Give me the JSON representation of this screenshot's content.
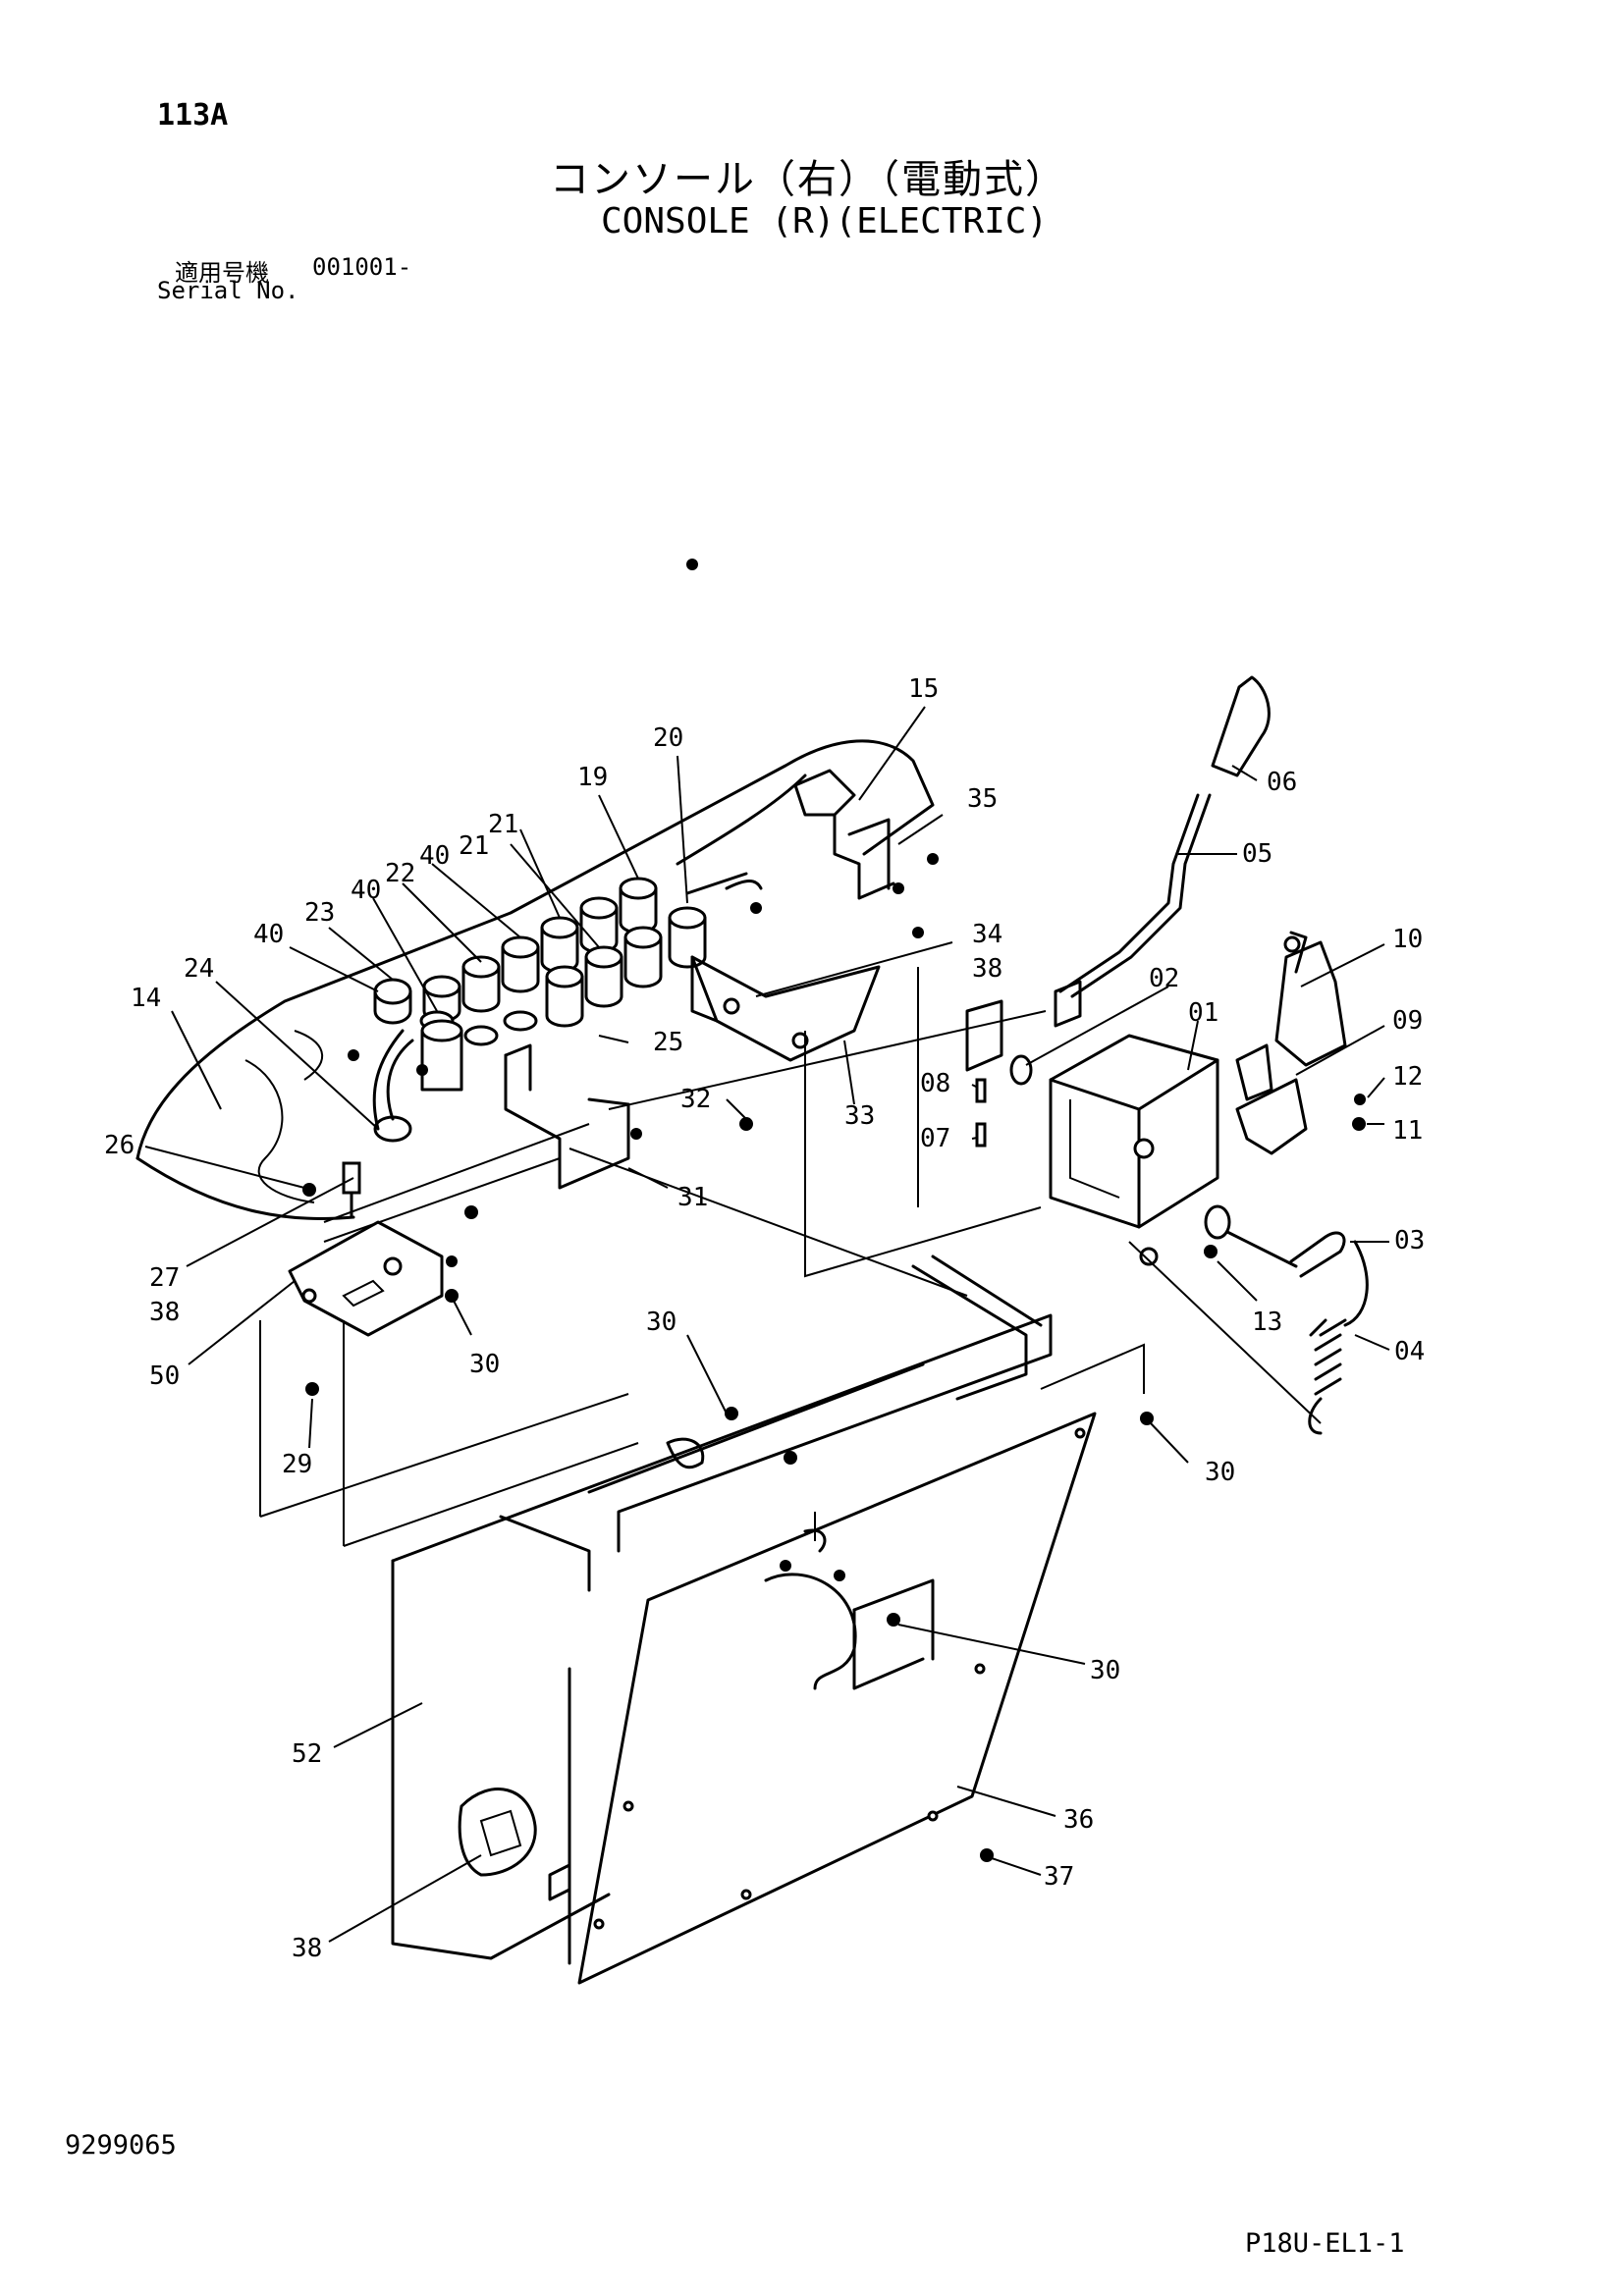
{
  "header": {
    "page_number": "113A",
    "title_jp": "コンソール（右）（電動式）",
    "title_en": "CONSOLE (R)(ELECTRIC)",
    "serial_label_jp": "適用号機",
    "serial_value": "001001-",
    "serial_label_en": "Serial No."
  },
  "footer": {
    "doc_number": "9299065",
    "page_code": "P18U-EL1-1"
  },
  "callouts": {
    "c01": "01",
    "c02": "02",
    "c03": "03",
    "c04": "04",
    "c05": "05",
    "c06": "06",
    "c07": "07",
    "c08": "08",
    "c09": "09",
    "c10": "10",
    "c11": "11",
    "c12": "12",
    "c13": "13",
    "c14": "14",
    "c15": "15",
    "c19": "19",
    "c20": "20",
    "c21a": "21",
    "c21b": "21",
    "c22": "22",
    "c23": "23",
    "c24": "24",
    "c25": "25",
    "c26": "26",
    "c27": "27",
    "c29": "29",
    "c30a": "30",
    "c30b": "30",
    "c30c": "30",
    "c30d": "30",
    "c31": "31",
    "c32": "32",
    "c33": "33",
    "c34": "34",
    "c35": "35",
    "c36": "36",
    "c37": "37",
    "c38a": "38",
    "c38b": "38",
    "c38c": "38",
    "c40a": "40",
    "c40b": "40",
    "c40c": "40",
    "c50": "50",
    "c52": "52"
  }
}
